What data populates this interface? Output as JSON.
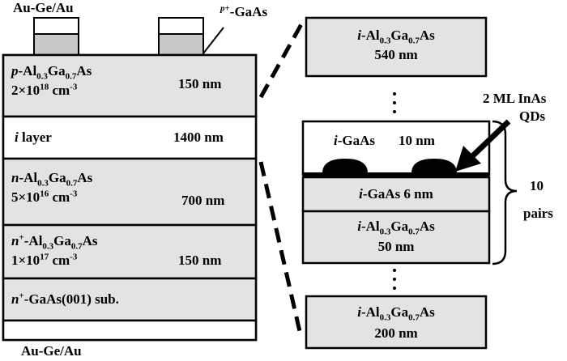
{
  "top_contact": "Au-Ge/Au",
  "bottom_contact": "Au-Ge/Au",
  "cap_label": {
    "sup": "p",
    "sup2": "+",
    "text": "-GaAs"
  },
  "left_stack": [
    {
      "pre": "p",
      "main": "-Al",
      "s1": "0.3",
      "m2": "Ga",
      "s2": "0.7",
      "m3": "As",
      "dop_a": "2×10",
      "dop_exp": "18",
      "dop_b": " cm",
      "dop_e2": "-3",
      "thick": "150 nm"
    },
    {
      "pre": "i",
      "main": " layer",
      "thick": "1400 nm"
    },
    {
      "pre": "n",
      "main": "-Al",
      "s1": "0.3",
      "m2": "Ga",
      "s2": "0.7",
      "m3": "As",
      "dop_a": "5×10",
      "dop_exp": "16",
      "dop_b": " cm",
      "dop_e2": "-3",
      "thick": "700 nm"
    },
    {
      "pre": "n",
      "pre_sup": "+",
      "main": "-Al",
      "s1": "0.3",
      "m2": "Ga",
      "s2": "0.7",
      "m3": "As",
      "dop_a": "1×10",
      "dop_exp": "17",
      "dop_b": " cm",
      "dop_e2": "-3",
      "thick": "150 nm"
    },
    {
      "pre": "n",
      "pre_sup": "+",
      "main": "-GaAs(001) sub."
    }
  ],
  "right_stack": {
    "top": {
      "pre": "i",
      "main": "-Al",
      "s1": "0.3",
      "m2": "Ga",
      "s2": "0.7",
      "m3": "As",
      "thick": "540 nm"
    },
    "qd_layer": {
      "pre": "i",
      "main": "-GaAs",
      "thick": "10 nm"
    },
    "spacer": {
      "pre": "i",
      "main": "-GaAs 6 nm"
    },
    "barrier": {
      "pre": "i",
      "main": "-Al",
      "s1": "0.3",
      "m2": "Ga",
      "s2": "0.7",
      "m3": "As",
      "thick": "50 nm"
    },
    "bottom": {
      "pre": "i",
      "main": "-Al",
      "s1": "0.3",
      "m2": "Ga",
      "s2": "0.7",
      "m3": "As",
      "thick": "200 nm"
    }
  },
  "qd_annotation": {
    "line1": "2 ML InAs",
    "line2": "QDs"
  },
  "pairs_annotation": {
    "line1": "10",
    "line2": "pairs"
  },
  "colors": {
    "fill": "#e3e3e3",
    "contact": "#c8c8c8",
    "stroke": "#000000"
  }
}
